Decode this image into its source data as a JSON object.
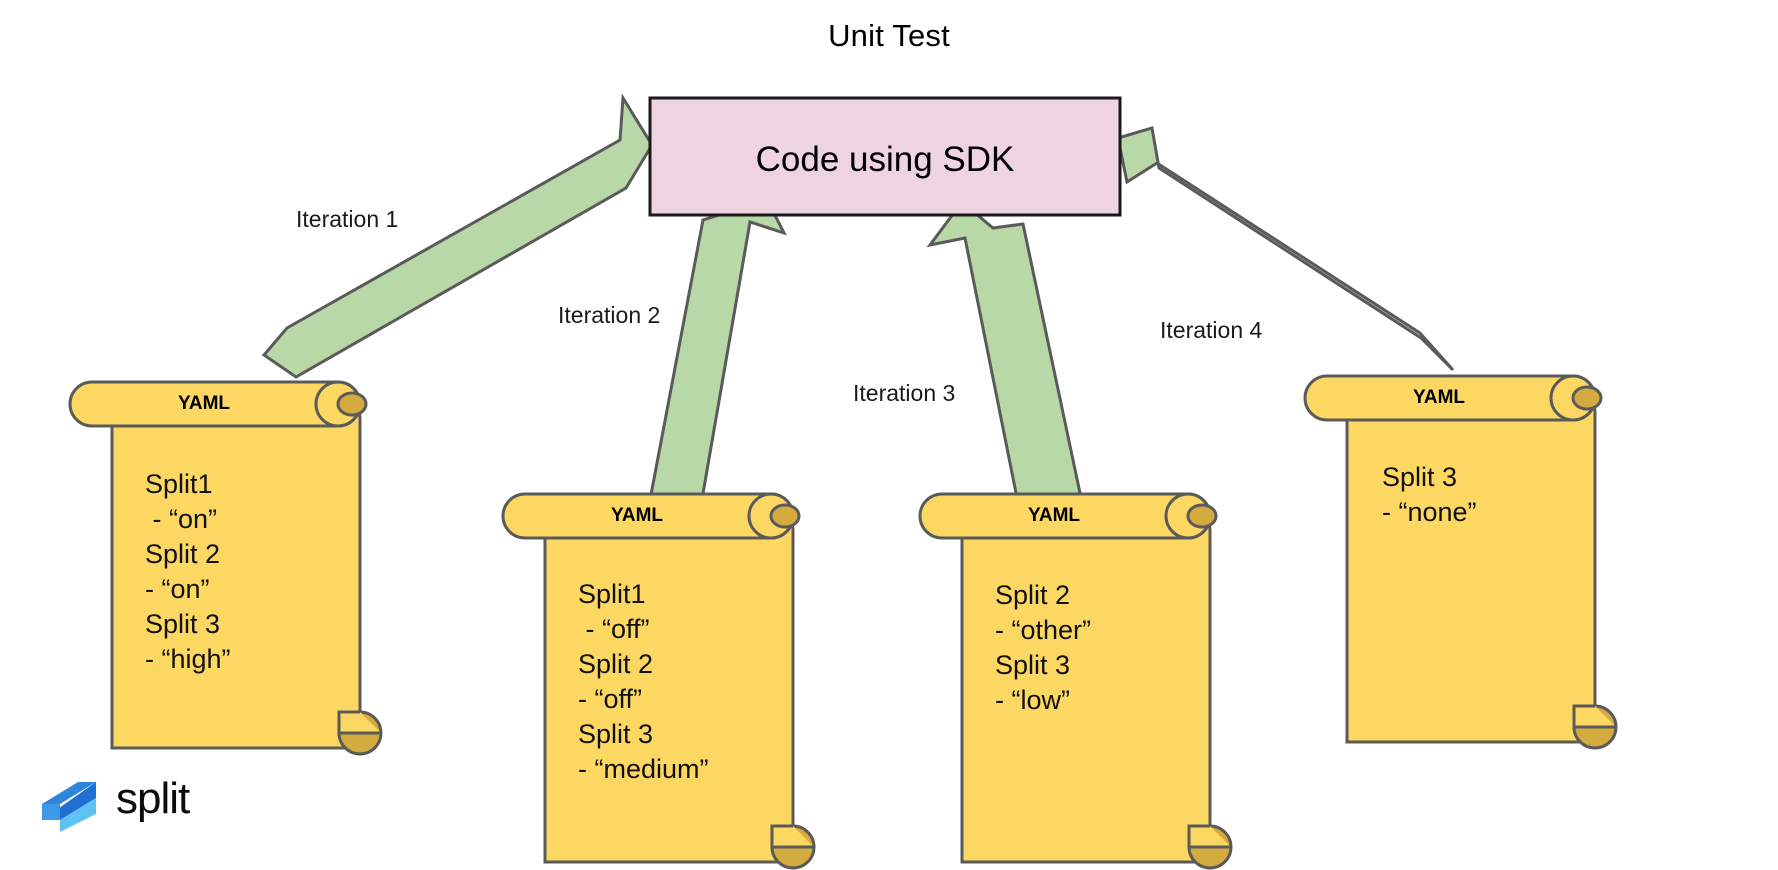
{
  "diagram": {
    "title": "Unit Test",
    "center_node": {
      "label": "Code using SDK",
      "fill": "#eed3e0",
      "stroke": "#1a1a1a"
    },
    "arrow_color": "#b8d8a8",
    "arrow_stroke": "#5a5a5a",
    "edges": [
      {
        "label": "Iteration 1"
      },
      {
        "label": "Iteration 2"
      },
      {
        "label": "Iteration 3"
      },
      {
        "label": "Iteration 4"
      }
    ],
    "documents": [
      {
        "header": "YAML",
        "fill": "#fcd862",
        "curl_fill": "#d4ab3f",
        "stroke": "#5a5a5a",
        "lines": [
          "Split1",
          " - “on”",
          "Split 2",
          "- “on”",
          "Split 3",
          "- “high”"
        ]
      },
      {
        "header": "YAML",
        "fill": "#fcd862",
        "curl_fill": "#d4ab3f",
        "stroke": "#5a5a5a",
        "lines": [
          "Split1",
          " - “off”",
          "Split 2",
          "- “off”",
          "Split 3",
          "- “medium”"
        ]
      },
      {
        "header": "YAML",
        "fill": "#fcd862",
        "curl_fill": "#d4ab3f",
        "stroke": "#5a5a5a",
        "lines": [
          "Split 2",
          "- “other”",
          "Split 3",
          "- “low”"
        ]
      },
      {
        "header": "YAML",
        "fill": "#fcd862",
        "curl_fill": "#d4ab3f",
        "stroke": "#5a5a5a",
        "lines": [
          "Split 3",
          "- “none”"
        ]
      }
    ],
    "logo": {
      "wordmark": "split",
      "color_dark": "#1f6fd4",
      "color_mid": "#3d9ae8",
      "color_light": "#5fc2f2"
    }
  }
}
